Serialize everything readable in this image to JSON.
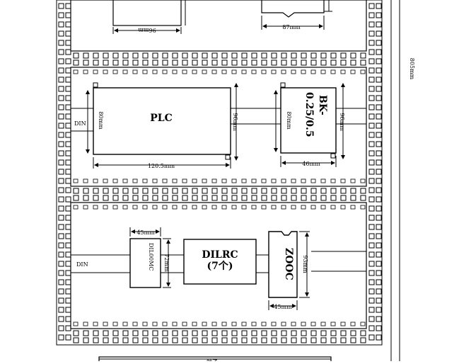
{
  "colors": {
    "ink": "#000000",
    "paper": "#ffffff"
  },
  "labels": {
    "top_left_dim": "96mm",
    "top_right_dim": "87mm",
    "height_dim": "805mm",
    "plc": {
      "name": "PLC",
      "w": "120.5mm",
      "h_left": "80mm",
      "h_right": "96mm"
    },
    "bk": {
      "line1": "BK-",
      "line2": "0.25/0.5",
      "w": "46mm",
      "h_left": "80mm",
      "h_right": "96mm"
    },
    "din_1": "DIN",
    "din_2": "DIN",
    "dil100mc": {
      "name": "DIL00MC",
      "w": "45mm",
      "h": "72mm"
    },
    "dilrc": {
      "line1": "DILRC",
      "line2": "(7个)"
    },
    "zooc": {
      "name": "ZOOC",
      "w": "45mm",
      "h": "93mm"
    },
    "bottom_text": "端子"
  }
}
